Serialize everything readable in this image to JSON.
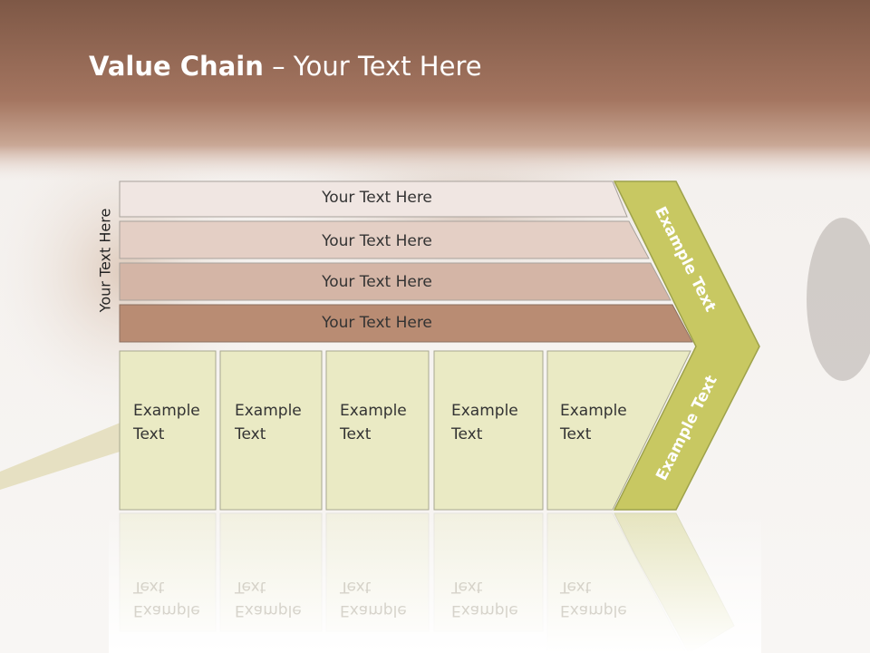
{
  "slide": {
    "title_bold": "Value Chain",
    "title_rest": " – Your Text Here",
    "side_label": "Your Text Here",
    "bars": [
      {
        "label": "Your Text Here",
        "color": "#f0e6e2"
      },
      {
        "label": "Your Text Here",
        "color": "#e4cfc5"
      },
      {
        "label": "Your Text Here",
        "color": "#d4b5a6"
      },
      {
        "label": "Your Text Here",
        "color": "#b98c73"
      }
    ],
    "boxes": [
      {
        "line1": "Example",
        "line2": "Text"
      },
      {
        "line1": "Example",
        "line2": "Text"
      },
      {
        "line1": "Example",
        "line2": "Text"
      },
      {
        "line1": "Example",
        "line2": "Text"
      },
      {
        "line1": "Example",
        "line2": "Text"
      }
    ],
    "arrow_top": "Example Text",
    "arrow_bottom": "Example Text",
    "colors": {
      "header": "#9e6f58",
      "box_fill": "#eaeac4",
      "arrow_fill": "#c8c862",
      "arrow_stroke": "#9ea24a"
    }
  }
}
